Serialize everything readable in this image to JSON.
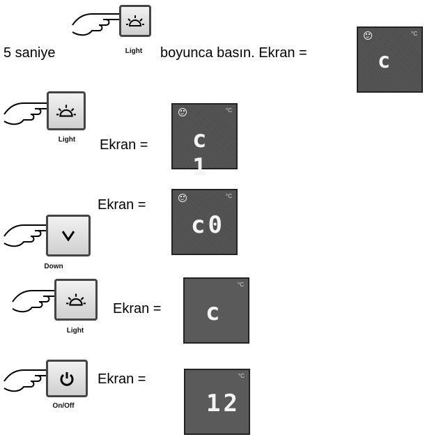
{
  "step1": {
    "prefix": "5 saniye",
    "button_label": "Light",
    "suffix": "boyunca basın. Ekran =",
    "display": "c"
  },
  "step2": {
    "button_label": "Light",
    "text": "Ekran =",
    "display": "c 1"
  },
  "step3": {
    "button_label": "Down",
    "text": "Ekran =",
    "display": "c0"
  },
  "step4": {
    "button_label": "Light",
    "text": "Ekran =",
    "display": "c"
  },
  "step5": {
    "button_label": "On/Off",
    "text": "Ekran =",
    "display": "12"
  },
  "display_unit": "°C",
  "icons": {
    "hand": "pointing-hand-icon",
    "light": "sun-icon",
    "down": "down-arrow-icon",
    "power": "power-icon",
    "smile": "smiley-icon"
  }
}
